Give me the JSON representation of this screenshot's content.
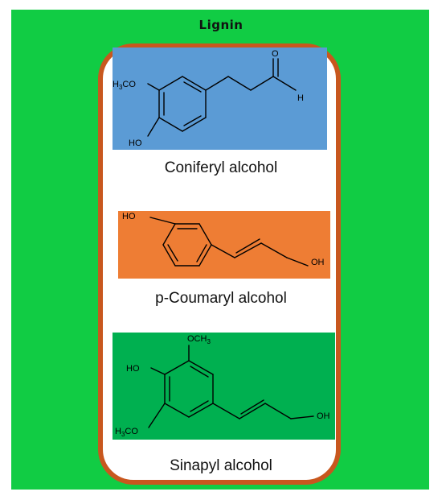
{
  "title": "Lignin",
  "colors": {
    "background": "#11cc44",
    "frame": "#c8571e",
    "coniferyl_panel": "#5b9bd5",
    "coumaryl_panel": "#ee7d34",
    "sinapyl_panel": "#00b050"
  },
  "molecules": [
    {
      "name": "Coniferyl alcohol",
      "atoms": {
        "methoxy_prefix": "H",
        "methoxy_sub": "3",
        "methoxy_suffix": "CO",
        "hydroxyl": "HO",
        "oxygen": "O",
        "hydrogen": "H"
      }
    },
    {
      "name": "p-Coumaryl alcohol",
      "atoms": {
        "hydroxyl_ring": "HO",
        "hydroxyl_chain": "OH"
      }
    },
    {
      "name": "Sinapyl alcohol",
      "atoms": {
        "methoxy_top_prefix": "OCH",
        "methoxy_top_sub": "3",
        "hydroxyl_ring": "HO",
        "methoxy_bottom_prefix": "H",
        "methoxy_bottom_sub": "3",
        "methoxy_bottom_suffix": "CO",
        "hydroxyl_chain": "OH"
      }
    }
  ]
}
